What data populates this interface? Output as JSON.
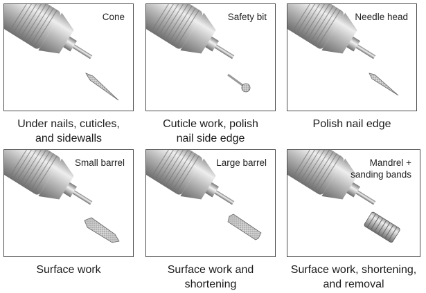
{
  "cards": [
    {
      "bit": "Cone",
      "use": "Under nails, cuticles,\nand sidewalls",
      "bit_icon": "cone-bit-icon"
    },
    {
      "bit": "Safety bit",
      "use": "Cuticle work, polish\nnail side edge",
      "bit_icon": "safety-bit-icon"
    },
    {
      "bit": "Needle head",
      "use": "Polish nail edge",
      "bit_icon": "needle-bit-icon"
    },
    {
      "bit": "Small barrel",
      "use": "Surface work",
      "bit_icon": "small-barrel-bit-icon"
    },
    {
      "bit": "Large barrel",
      "use": "Surface work and\nshortening",
      "bit_icon": "large-barrel-bit-icon"
    },
    {
      "bit": "Mandrel +\nsanding bands",
      "use": "Surface work, shortening,\nand removal",
      "bit_icon": "mandrel-sanding-band-icon"
    }
  ],
  "colors": {
    "border": "#4a4a4a",
    "metal_light": "#e6e6e6",
    "metal_dark": "#8a8a8a"
  }
}
